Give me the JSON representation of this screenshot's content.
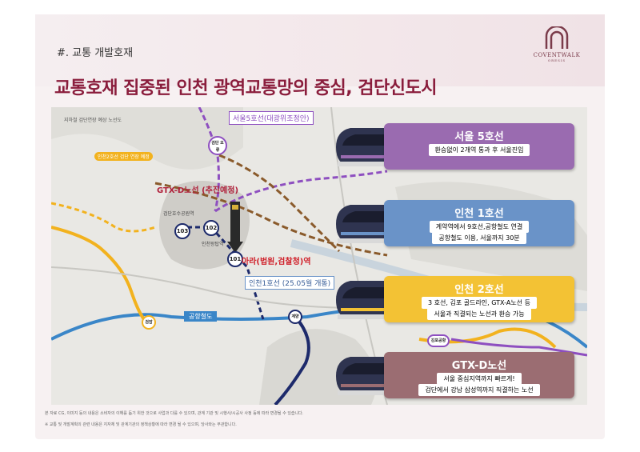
{
  "section_label": "#. 교통 개발호재",
  "logo": {
    "name": "COVENTWALK",
    "sub": "ORESIS"
  },
  "headline": "교통호재 집중된 인천 광역교통망의 중심, 검단신도시",
  "map": {
    "legend_note": "지하철 검단연장 예상 노선도",
    "seoul5_label": "서울5호선(대광위조정안)",
    "incheon2_ext_label": "인천2호선 검단 연장 예정",
    "gtxd_label": "GTX-D노선 (추진예정)",
    "geomdan_lake_label": "검단호수공원역",
    "incheon_mangcheon_label": "인천왕탑역",
    "ara_label": "아라(법원,검찰청)역",
    "incheon1_label": "인천1호선 (25.05월 개통)",
    "airport_rail_label": "공항철도",
    "stations": {
      "s101": "101",
      "s102": "102",
      "s103": "103",
      "geomdan": "검단\n오류",
      "gyeyang": "계양",
      "airport": "검암",
      "gimpo": "김포공항"
    }
  },
  "cards": [
    {
      "title": "서울 5호선",
      "lines": [
        "환승없이 2개역 통과 후 서울진입"
      ],
      "bg": "#9a6bb0"
    },
    {
      "title": "인천 1호선",
      "lines": [
        "계약역에서 9호선,공항철도 연결",
        "공항철도 이용, 서울까지 30분"
      ],
      "bg": "#6a93c8"
    },
    {
      "title": "인천 2호선",
      "lines": [
        "3 호선, 김포 골드라인, GTX-A노선 등",
        "서울과 직결되는 노선과 환승 가능"
      ],
      "bg": "#f3c234"
    },
    {
      "title": "GTX-D노선",
      "lines": [
        "서울 중심지역까지 빠르게!",
        "검단에서 강남 삼성역까지 직결하는 노선"
      ],
      "bg": "#9b6d72"
    }
  ],
  "footnotes": [
    "본 자료 CG, 이미지 등의 내용은 소비자의 이해를 돕기 위한 것으로 사업과 다를 수 있으며, 관계 기관 및 시행사/시공사 사정 등에 따라 변경될 수 있습니다.",
    "※ 교통 및 개발계획의 관련 내용은 지자체 및 관계기관의 정책상황에 따라 변경 될 수 있으며, 당사와는 무관합니다."
  ],
  "colors": {
    "headline": "#8a1d3c",
    "seoul5": "#8e4fc0",
    "gtxd": "#8a5a2b",
    "incheon2": "#f2b21e",
    "incheon1": "#6a93c8",
    "airport": "#3a86c8"
  }
}
